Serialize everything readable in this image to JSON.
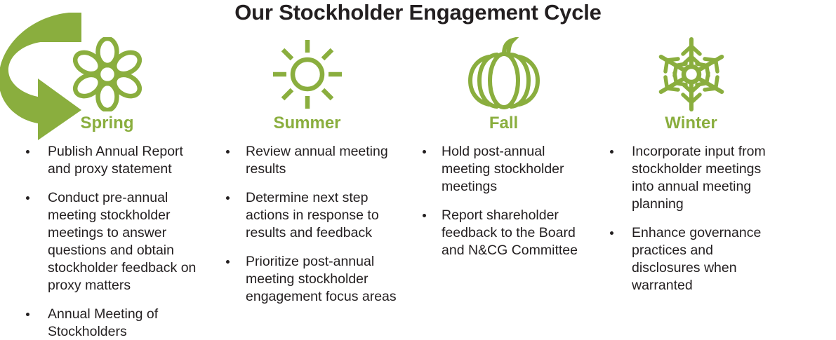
{
  "title": "Our Stockholder Engagement Cycle",
  "colors": {
    "accent_green": "#8aae3e",
    "text_dark": "#231f20",
    "background": "#ffffff"
  },
  "arrows": [
    {
      "name": "cycle-arrow-left",
      "direction": "clockwise-down-right"
    },
    {
      "name": "cycle-arrow-right",
      "direction": "clockwise-up-left"
    }
  ],
  "seasons": [
    {
      "label": "Spring",
      "icon": "flower-icon",
      "bullets": [
        "Publish Annual Report and proxy statement",
        "Conduct pre-annual meeting stockholder meetings to answer questions and obtain stockholder feedback on proxy matters",
        "Annual Meeting of Stockholders"
      ]
    },
    {
      "label": "Summer",
      "icon": "sun-icon",
      "bullets": [
        "Review annual meeting results",
        "Determine next step actions in response to results and feedback",
        "Prioritize post-annual meeting stockholder engagement focus areas"
      ]
    },
    {
      "label": "Fall",
      "icon": "pumpkin-icon",
      "bullets": [
        "Hold post-annual meeting stockholder meetings",
        "Report shareholder feedback to the Board and N&CG Committee"
      ]
    },
    {
      "label": "Winter",
      "icon": "snowflake-icon",
      "bullets": [
        "Incorporate input from stockholder meetings into annual meeting planning",
        "Enhance governance practices and disclosures when warranted"
      ]
    }
  ]
}
